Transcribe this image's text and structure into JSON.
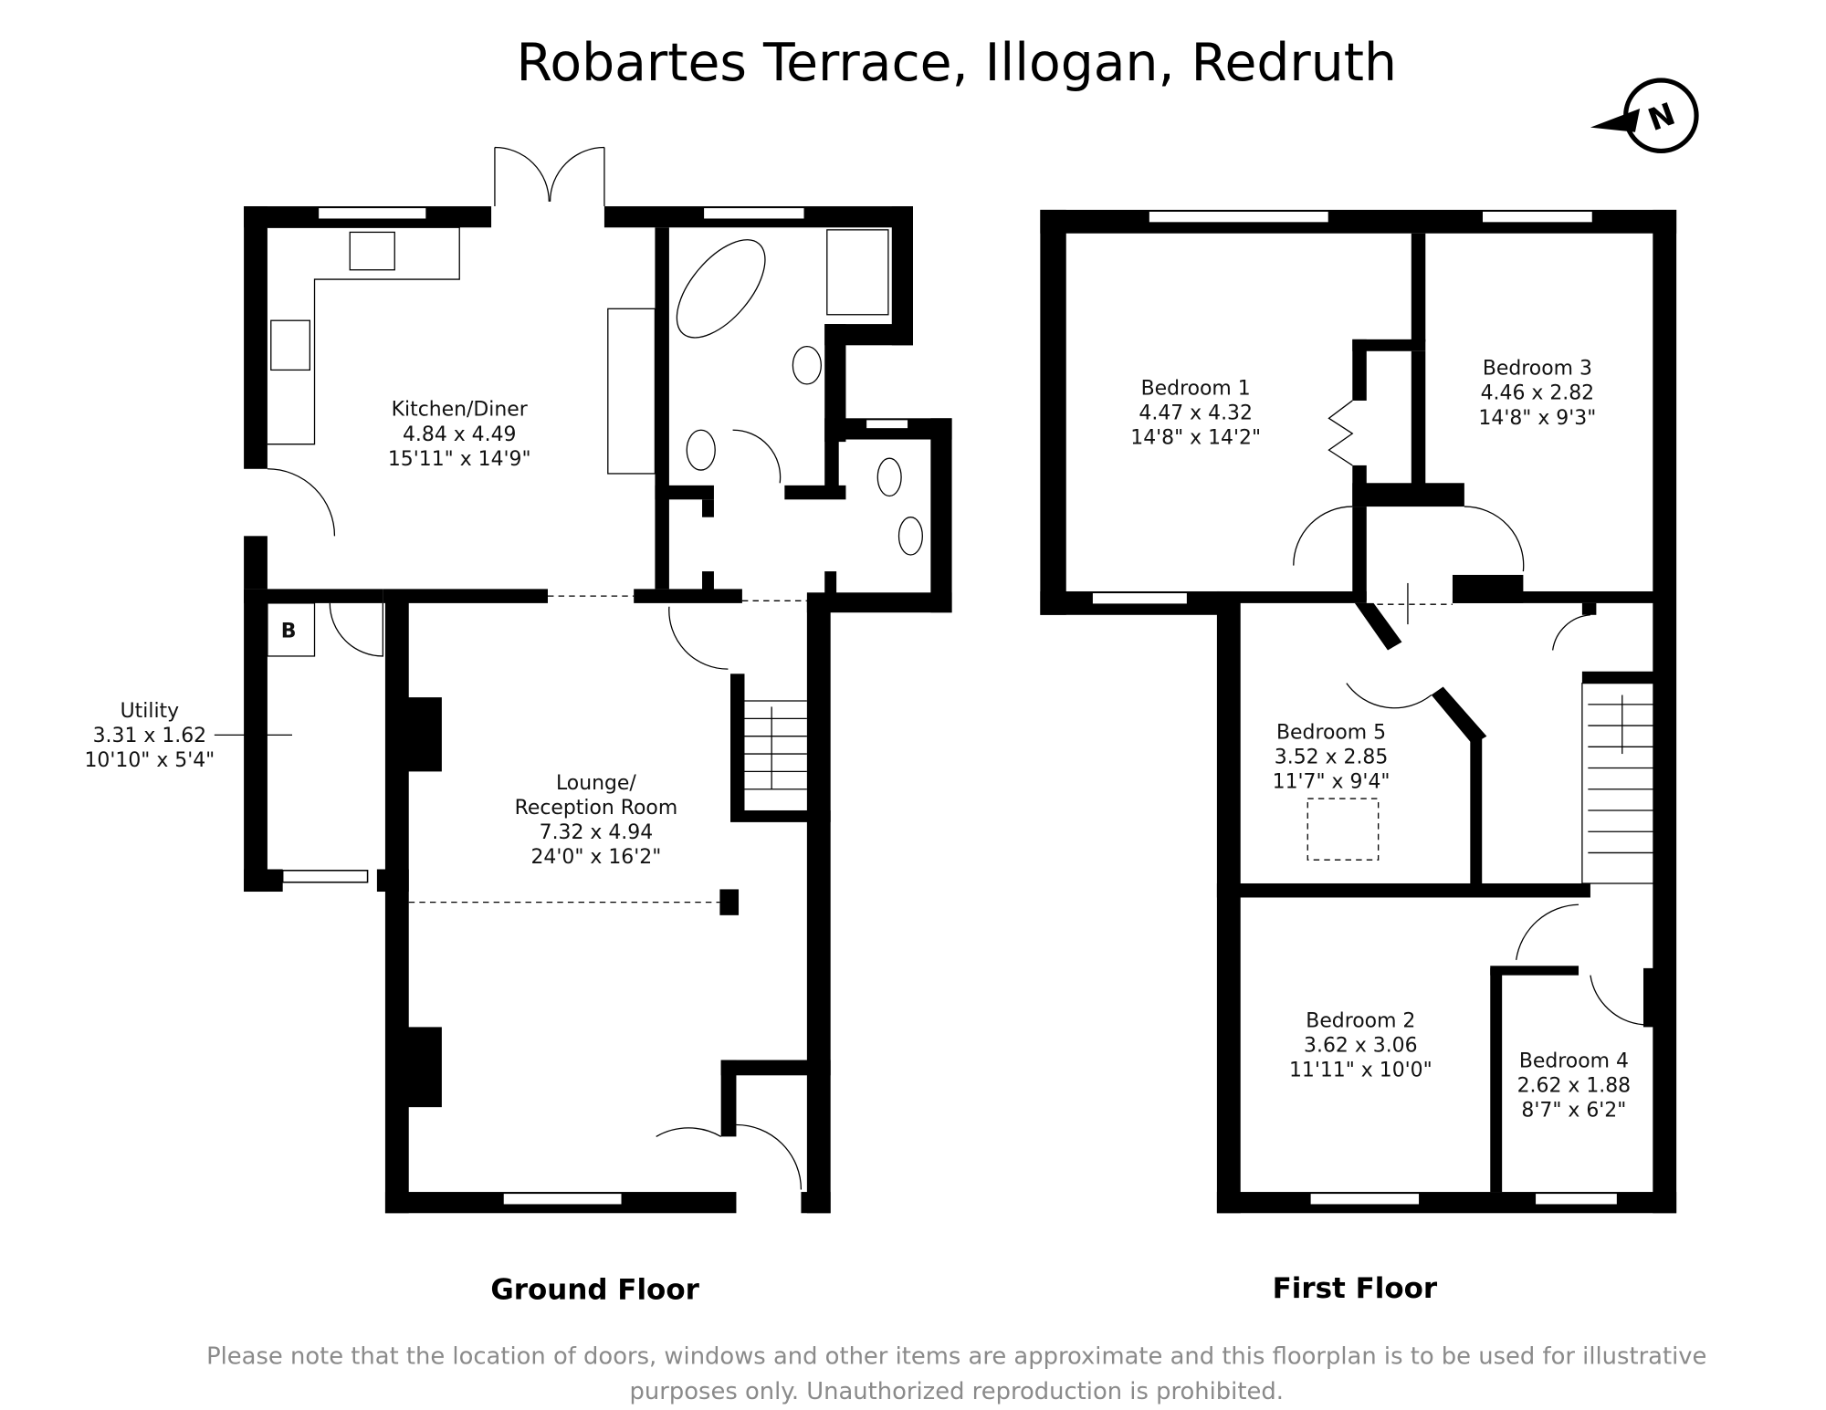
{
  "title": "Robartes Terrace, Illogan, Redruth",
  "compass": {
    "letter": "N",
    "icon": "north-arrow-icon"
  },
  "ground_floor": {
    "label": "Ground Floor",
    "rooms": [
      {
        "name": "Kitchen/Diner",
        "metric": "4.84 x 4.49",
        "imperial": "15'11\" x 14'9\""
      },
      {
        "name": "Utility",
        "metric": "3.31 x 1.62",
        "imperial": "10'10\" x 5'4\""
      },
      {
        "name_line1": "Lounge/",
        "name_line2": "Reception Room",
        "metric": "7.32 x 4.94",
        "imperial": "24'0\" x 16'2\""
      }
    ],
    "boiler_label": "B"
  },
  "first_floor": {
    "label": "First Floor",
    "rooms": [
      {
        "name": "Bedroom 1",
        "metric": "4.47 x 4.32",
        "imperial": "14'8\" x 14'2\""
      },
      {
        "name": "Bedroom 3",
        "metric": "4.46 x 2.82",
        "imperial": "14'8\" x 9'3\""
      },
      {
        "name": "Bedroom 5",
        "metric": "3.52 x 2.85",
        "imperial": "11'7\" x 9'4\""
      },
      {
        "name": "Bedroom 2",
        "metric": "3.62 x 3.06",
        "imperial": "11'11\" x 10'0\""
      },
      {
        "name": "Bedroom 4",
        "metric": "2.62 x 1.88",
        "imperial": "8'7\" x 6'2\""
      }
    ]
  },
  "disclaimer": {
    "line1": "Please note that the location of doors, windows and other items are approximate and this floorplan is to be used for illustrative",
    "line2": "purposes only. Unauthorized reproduction is prohibited."
  }
}
